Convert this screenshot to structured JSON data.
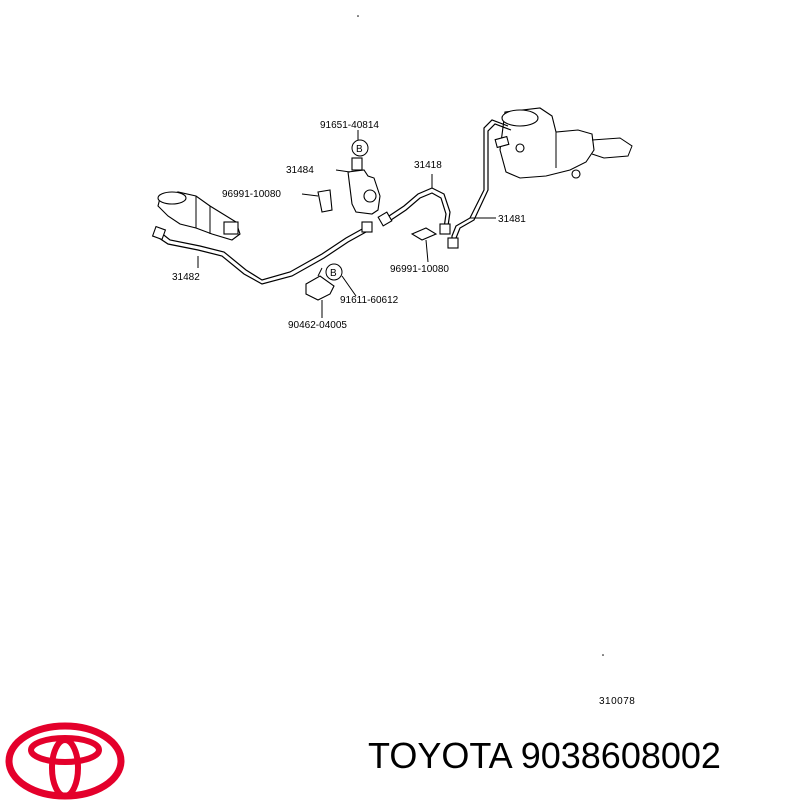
{
  "parts": [
    {
      "id": "p1",
      "number": "91651-40814"
    },
    {
      "id": "p2",
      "number": "31484"
    },
    {
      "id": "p3",
      "number": "96991-10080"
    },
    {
      "id": "p4",
      "number": "31418"
    },
    {
      "id": "p5",
      "number": "31481"
    },
    {
      "id": "p6",
      "number": "96991-10080"
    },
    {
      "id": "p7",
      "number": "31482"
    },
    {
      "id": "p8",
      "number": "91611-60612"
    },
    {
      "id": "p9",
      "number": "90462-04005"
    }
  ],
  "bolt_marker": "B",
  "diagram_code": "310078",
  "brand": "TOYOTA",
  "part_number": "9038608002",
  "colors": {
    "logo": "#e4002b",
    "line": "#000000"
  }
}
